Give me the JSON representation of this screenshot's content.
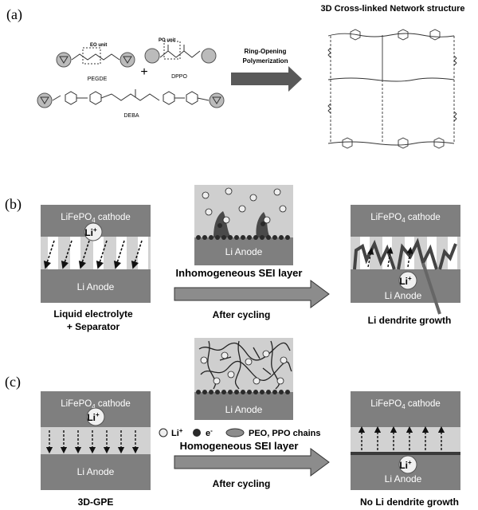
{
  "panels": {
    "a": {
      "label": "(a)",
      "network_title": "3D Cross-linked Network structure",
      "monomers": {
        "pegde": {
          "name": "PEGDE",
          "unit": "EO unit"
        },
        "dppo": {
          "name": "DPPO",
          "unit": "PO unit"
        },
        "deba": {
          "name": "DEBA"
        }
      },
      "plus": "+",
      "reaction_line1": "Ring-Opening",
      "reaction_line2": "Polymerization"
    },
    "b": {
      "label": "(b)",
      "cathode": "LiFePO",
      "cathode_sub": "4",
      "cathode_suffix": " cathode",
      "anode": "Li Anode",
      "ion": "Li",
      "ion_sup": "+",
      "sei_label": "Inhomogeneous SEI layer",
      "arrow_label": "After cycling",
      "left_caption_line1": "Liquid electrolyte",
      "left_caption_line2": "+ Separator",
      "right_caption": "Li dendrite growth"
    },
    "c": {
      "label": "(c)",
      "cathode": "LiFePO",
      "cathode_sub": "4",
      "cathode_suffix": " cathode",
      "anode": "Li Anode",
      "ion": "Li",
      "ion_sup": "+",
      "legend_li": "Li",
      "legend_li_sup": "+",
      "legend_e": "e",
      "legend_e_sup": "-",
      "legend_chains": "PEO, PPO chains",
      "sei_label": "Homogeneous SEI layer",
      "arrow_label": "After cycling",
      "left_caption": "3D-GPE",
      "right_caption": "No Li dendrite growth"
    }
  },
  "colors": {
    "electrode": "#7f7f7f",
    "electrolyte": "#d2d2d2",
    "sei_box": "#cfcfcf",
    "dark_dot": "#2a2a2a",
    "arrow_fill": "#8c8c8c"
  }
}
